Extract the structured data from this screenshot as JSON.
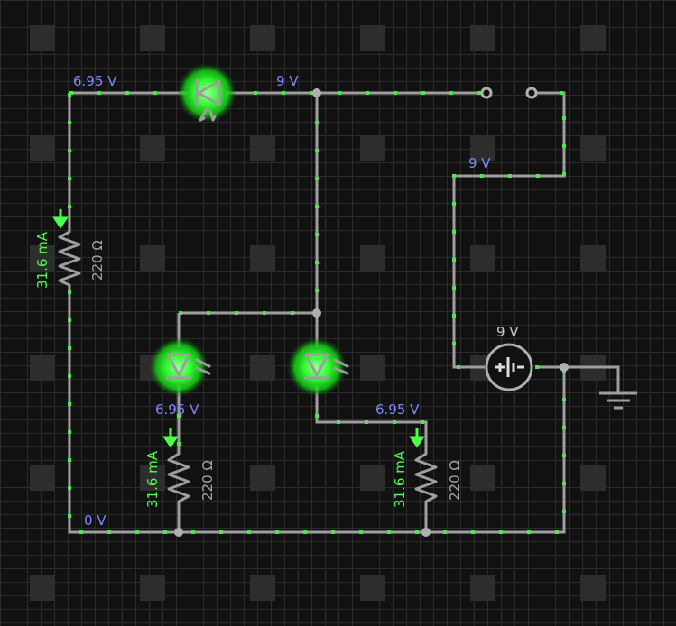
{
  "labels": {
    "v_top_left": "6.95 V",
    "v_top_mid": "9 V",
    "v_right": "9 V",
    "v_source": "9 V",
    "v_led2": "6.95 V",
    "v_led3": "6.95 V",
    "v_ground": "0 V",
    "i_r1": "31.6 mA",
    "i_r2": "31.6 mA",
    "i_r3": "31.6 mA",
    "r1": "220 Ω",
    "r2": "220 Ω",
    "r3": "220 Ω"
  },
  "colors": {
    "background": "#111111",
    "grid": "#2b2b2b",
    "wire": "#9e9e9e",
    "current_dots": "#44ee44",
    "voltage_label": "#7f88ff",
    "current_label": "#4cff4c",
    "led_glow": "#22ff22"
  },
  "icons": {
    "dc_source": "battery-icon",
    "ground": "ground-icon",
    "switch": "switch-icon"
  }
}
